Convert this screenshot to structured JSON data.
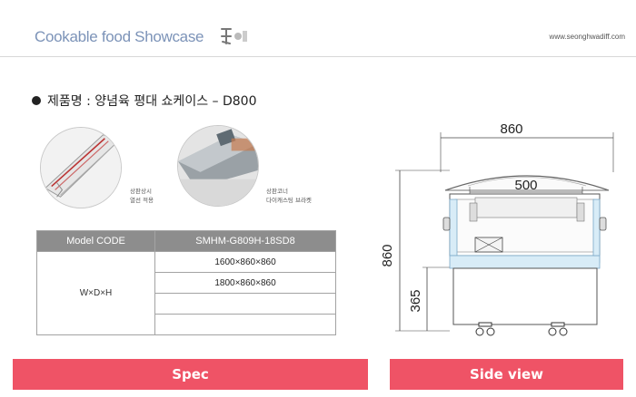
{
  "header": {
    "title": "Cookable food Showcase",
    "url": "www.seonghwadiff.com"
  },
  "product": {
    "heading": "제품명 : 양념육 평대 쇼케이스 – D800"
  },
  "thumbnails": [
    {
      "caption_line1": "상판상시",
      "caption_line2": "열선 적용"
    },
    {
      "caption_line1": "상판코너",
      "caption_line2": "다이캐스팅 브라켓"
    }
  ],
  "table": {
    "header_left": "Model CODE",
    "header_right": "SMHM-G809H-18SD8",
    "row_label": "W×D×H",
    "values": [
      "1600×860×860",
      "1800×860×860",
      "",
      ""
    ]
  },
  "drawing": {
    "width_top": "860",
    "width_inner": "500",
    "height_total": "860",
    "height_base": "365"
  },
  "banners": {
    "left": "Spec",
    "right": "Side view"
  },
  "colors": {
    "accent": "#ef5366",
    "title_blue": "#7c93b8",
    "cabinet_blue": "#d8ecf7"
  }
}
